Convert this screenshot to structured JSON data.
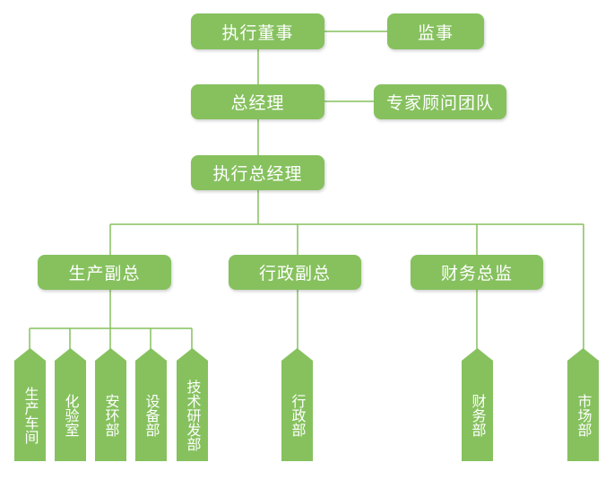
{
  "colors": {
    "node_fill": "#86c15e",
    "line": "#86c15e",
    "text": "#ffffff"
  },
  "nodes": {
    "executive_director": "执行董事",
    "supervisor": "监事",
    "general_manager": "总经理",
    "expert_team": "专家顾问团队",
    "executive_gm": "执行总经理",
    "vp_production": "生产副总",
    "vp_admin": "行政副总",
    "cfo": "财务总监"
  },
  "departments": {
    "production_workshop": "生产车间",
    "laboratory": "化验室",
    "safety_env": "安环部",
    "equipment": "设备部",
    "tech_rd": "技术研发部",
    "administration": "行政部",
    "finance": "财务部",
    "marketing": "市场部"
  }
}
